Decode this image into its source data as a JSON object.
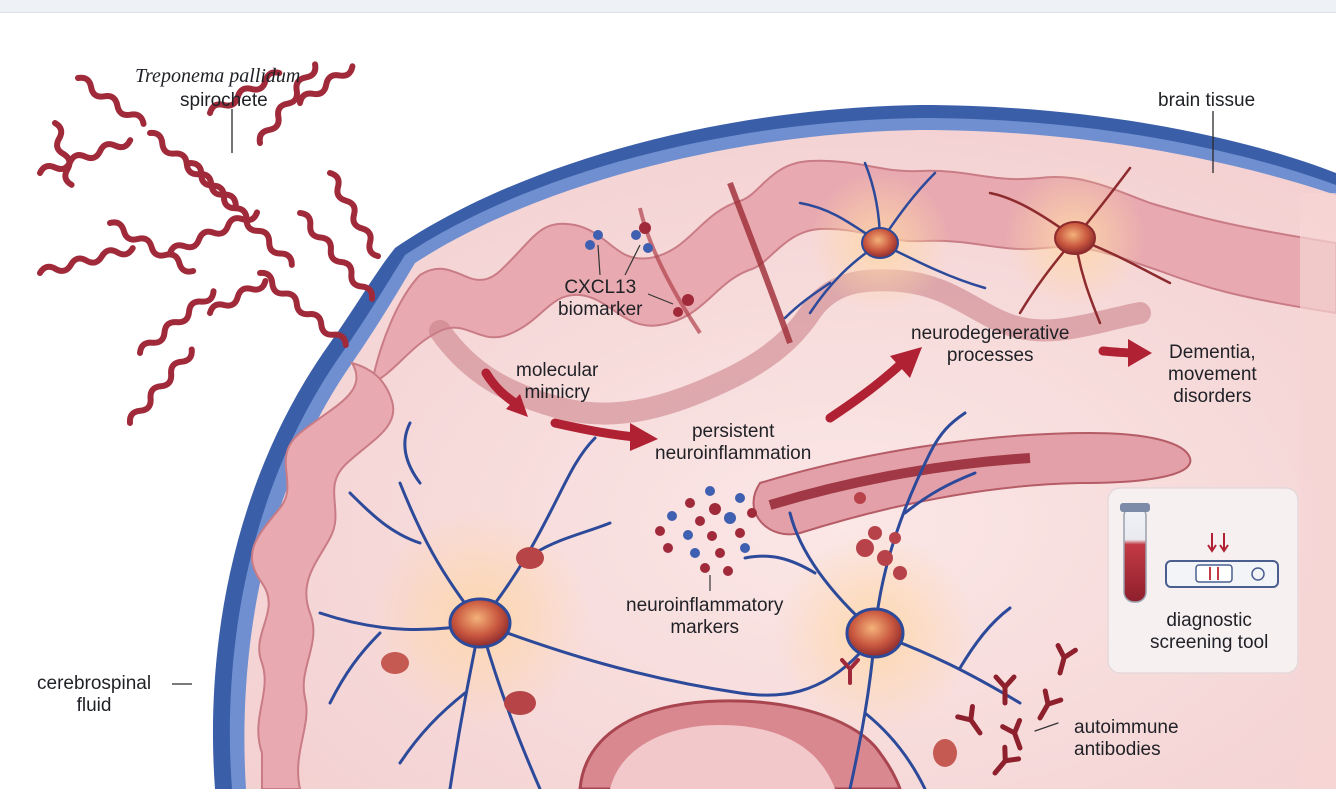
{
  "labels": {
    "organism_name": "Treponema pallidum",
    "organism_type": "spirochete",
    "brain_tissue": "brain tissue",
    "cxcl13_line1": "CXCL13",
    "cxcl13_line2": "biomarker",
    "molecular_mimicry_line1": "molecular",
    "molecular_mimicry_line2": "mimicry",
    "persistent_line1": "persistent",
    "persistent_line2": "neuroinflammation",
    "neurodegen_line1": "neurodegenerative",
    "neurodegen_line2": "processes",
    "outcome_line1": "Dementia,",
    "outcome_line2": "movement",
    "outcome_line3": "disorders",
    "markers_line1": "neuroinflammatory",
    "markers_line2": "markers",
    "diagnostic_line1": "diagnostic",
    "diagnostic_line2": "screening tool",
    "csf_line1": "cerebrospinal",
    "csf_line2": "fluid",
    "antibodies_line1": "autoimmune",
    "antibodies_line2": "antibodies"
  },
  "colors": {
    "cortex_pink": "#e8aab0",
    "tissue_light": "#f7dedd",
    "membrane_blue": "#3a5ea8",
    "neuron_blue": "#2d4a9a",
    "spirochete_red": "#a02a3a",
    "arrow_red": "#b02233",
    "marker_blue": "#3f5fb0"
  }
}
